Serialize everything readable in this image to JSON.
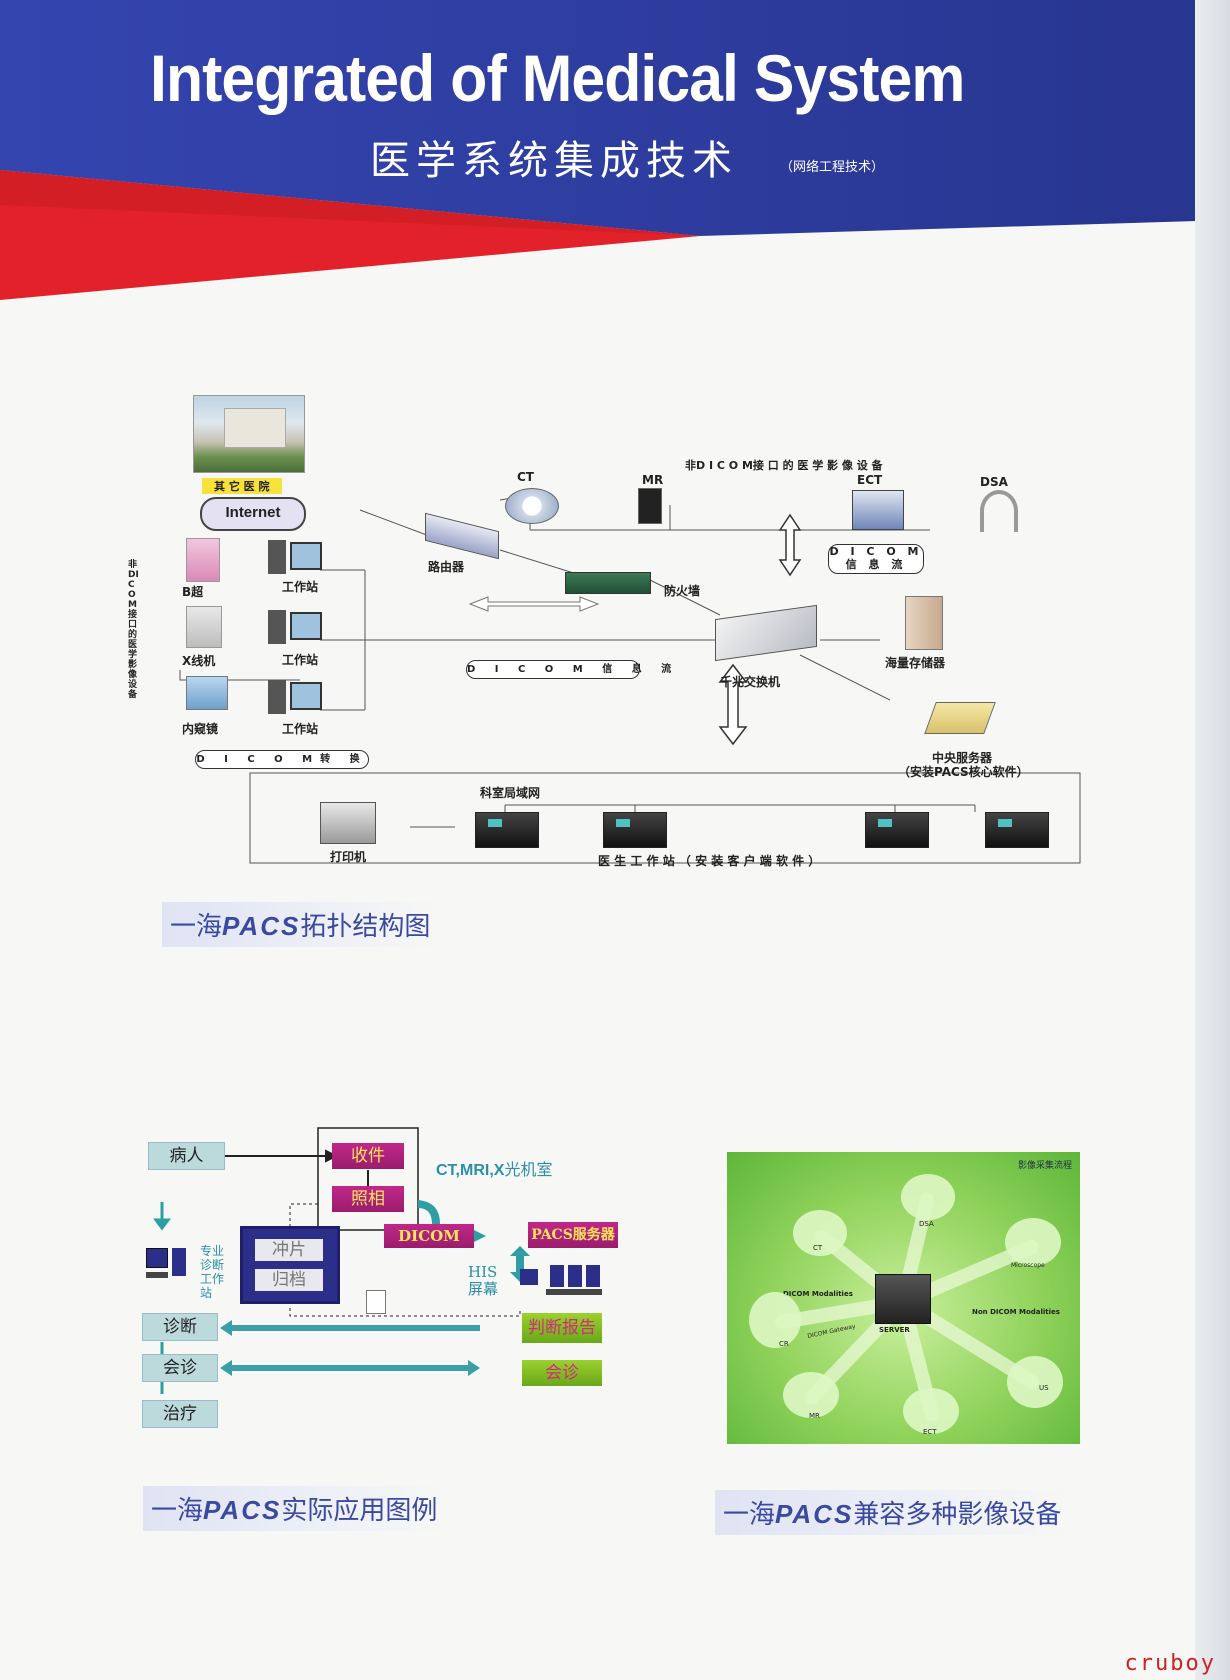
{
  "header": {
    "title_en": "Integrated of Medical System",
    "title_cn": "医学系统集成技术",
    "subtitle": "（网络工程技术）",
    "colors": {
      "blue": "#2d3ea3",
      "red": "#e3212a"
    }
  },
  "topology": {
    "other_hospital": "其 它 医 院",
    "internet": "Internet",
    "non_dicom_vertical": "非DICOM接口的医学影像设备",
    "b_ultrasound": "B超",
    "xray": "X线机",
    "endoscope": "内窥镜",
    "workstation": "工作站",
    "dicom_convert": "D I C O M转 换",
    "router": "路由器",
    "firewall": "防火墙",
    "switch": "千兆交换机",
    "dicom_flow_mid": "D I C O M  信 息 流",
    "non_dicom_top": "非D I C O M接 口 的 医 学 影 像 设 备",
    "ct": "CT",
    "mr": "MR",
    "ect": "ECT",
    "dsa": "DSA",
    "dicom_flow_right_1": "D I C O M",
    "dicom_flow_right_2": "信 息 流",
    "storage": "海量存储器",
    "central_server": "中央服务器",
    "central_server_note": "（安装PACS核心软件）",
    "lan": "科室局域网",
    "printer": "打印机",
    "doctor_ws": "医 生 工 作 站 （ 安 装 客 户 端 软 件 ）"
  },
  "captions": {
    "prefix": "一海",
    "pacs": "PACS",
    "topology": "拓扑结构图",
    "application": "实际应用图例",
    "compat": "兼容多种影像设备"
  },
  "flow": {
    "patient": "病人",
    "receive": "收件",
    "photo": "照相",
    "ct_room_1": "CT,MRI,X",
    "ct_room_2": "光机室",
    "dicom": "DICOM",
    "pacs_server": "PACS服务器",
    "film": "冲片",
    "archive": "归档",
    "expert_ws": "专业诊断工作站",
    "his_1": "HIS",
    "his_2": "屏幕",
    "diagnosis": "诊断",
    "consult": "会诊",
    "treatment": "治疗",
    "judge_report": "判断报告",
    "consult_right": "会诊"
  },
  "compat": {
    "title": "影像采集流程",
    "center": "SERVER",
    "dicom_modalities": "DICOM Modalities",
    "non_dicom_modalities": "Non DICOM Modalities",
    "dicom_gateway": "DICOM Gateway",
    "nodes": [
      "CT",
      "DSA",
      "Microscope",
      "CR",
      "MR",
      "ECT",
      "US"
    ]
  },
  "watermark": "cruboy"
}
